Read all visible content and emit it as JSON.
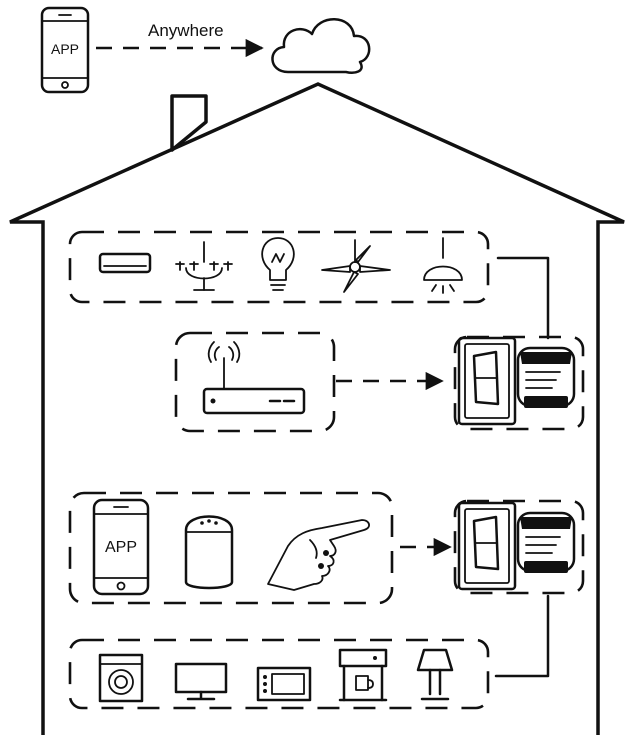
{
  "top": {
    "phone_label": "APP",
    "connection_label": "Anywhere"
  },
  "control_group": {
    "phone_label": "APP"
  },
  "icons": {
    "top_phone": "smartphone-icon",
    "cloud": "cloud-icon",
    "appliances_top": [
      "air-conditioner-icon",
      "chandelier-icon",
      "light-bulb-icon",
      "ceiling-fan-icon",
      "pendant-lamp-icon"
    ],
    "router": "wifi-router-icon",
    "controls": [
      "smartphone-icon",
      "smart-speaker-icon",
      "hand-pointer-icon"
    ],
    "appliances_bottom": [
      "washing-machine-icon",
      "tv-monitor-icon",
      "microwave-icon",
      "coffee-machine-icon",
      "table-lamp-icon"
    ],
    "switch_module": "smart-switch-module-icon"
  },
  "colors": {
    "ink": "#111111",
    "background": "#ffffff"
  }
}
